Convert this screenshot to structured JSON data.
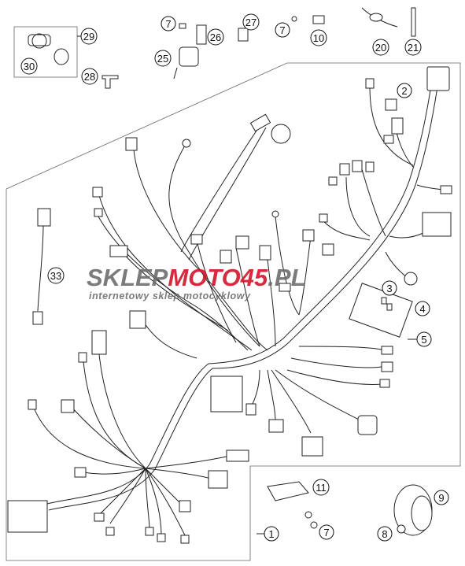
{
  "diagram": {
    "callouts": [
      {
        "id": "c1",
        "label": "1"
      },
      {
        "id": "c2",
        "label": "2"
      },
      {
        "id": "c3",
        "label": "3"
      },
      {
        "id": "c4",
        "label": "4"
      },
      {
        "id": "c5",
        "label": "5"
      },
      {
        "id": "c7a",
        "label": "7"
      },
      {
        "id": "c7b",
        "label": "7"
      },
      {
        "id": "c7c",
        "label": "7"
      },
      {
        "id": "c8",
        "label": "8"
      },
      {
        "id": "c9",
        "label": "9"
      },
      {
        "id": "c10",
        "label": "10"
      },
      {
        "id": "c11",
        "label": "11"
      },
      {
        "id": "c20",
        "label": "20"
      },
      {
        "id": "c21",
        "label": "21"
      },
      {
        "id": "c25",
        "label": "25"
      },
      {
        "id": "c26",
        "label": "26"
      },
      {
        "id": "c27",
        "label": "27"
      },
      {
        "id": "c28",
        "label": "28"
      },
      {
        "id": "c29",
        "label": "29"
      },
      {
        "id": "c30",
        "label": "30"
      },
      {
        "id": "c33",
        "label": "33"
      }
    ]
  },
  "watermark": {
    "brand_part1": "SKLEP",
    "brand_part2": "MOTO",
    "brand_part3": "45",
    "brand_part4": ".PL",
    "tagline": "internetowy sklep motocyklowy",
    "colors": {
      "gray": "#6d6d6d",
      "red": "#d4142a"
    }
  }
}
